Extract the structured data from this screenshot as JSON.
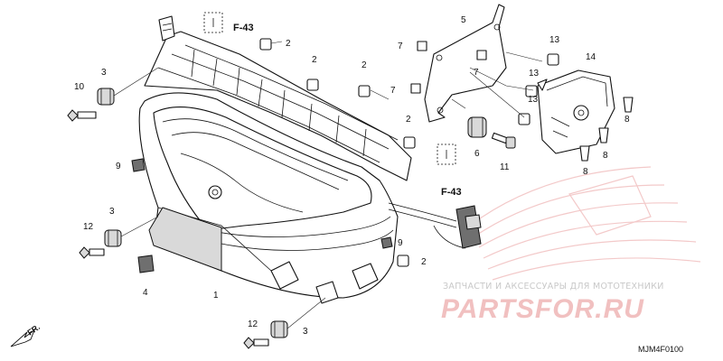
{
  "diagram": {
    "callouts": {
      "c1": "1",
      "c2a": "2",
      "c2b": "2",
      "c2c": "2",
      "c2d": "2",
      "c2e": "2",
      "c3a": "3",
      "c3b": "3",
      "c3c": "3",
      "c4": "4",
      "c5": "5",
      "c6": "6",
      "c7a": "7",
      "c7b": "7",
      "c7c": "7",
      "c8a": "8",
      "c8b": "8",
      "c8c": "8",
      "c9a": "9",
      "c9b": "9",
      "c10": "10",
      "c11": "11",
      "c12a": "12",
      "c12b": "12",
      "c13a": "13",
      "c13b": "13",
      "c13c": "13",
      "c14": "14"
    },
    "refs": {
      "top": "F-43",
      "mid": "F-43"
    },
    "direction": "FR.",
    "diagram_code": "MJM4F0100"
  },
  "watermark": {
    "caption": "ЗАПЧАСТИ И АКСЕССУАРЫ ДЛЯ МОТОТЕХНИКИ",
    "brand": "PARTSFOR.RU"
  }
}
